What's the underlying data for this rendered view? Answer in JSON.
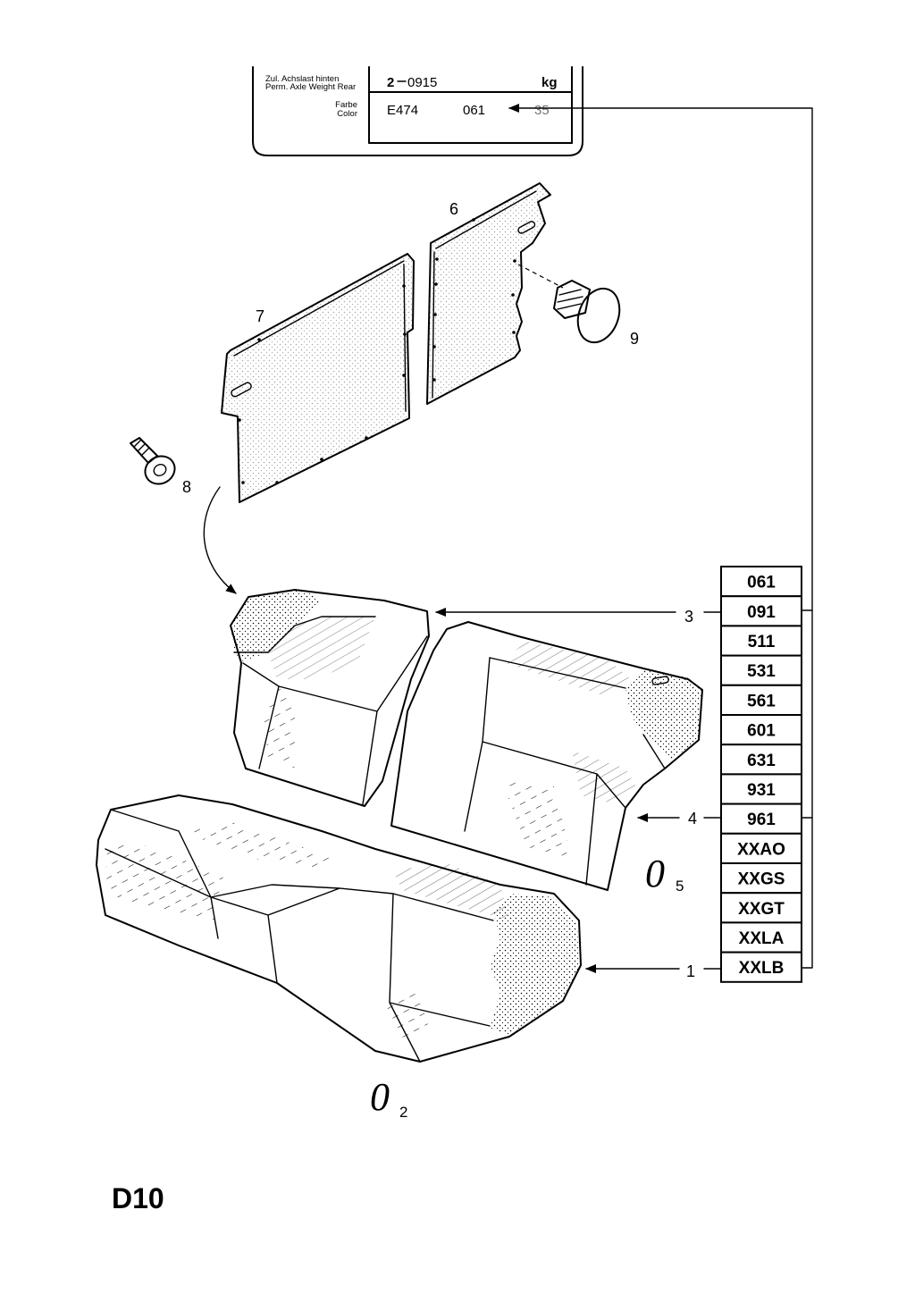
{
  "id_plate": {
    "axle_label_de": "Zul. Achslast hinten",
    "axle_label_en": "Perm. Axle Weight Rear",
    "axle_prefix": "2",
    "axle_value": "0915",
    "axle_unit": "kg",
    "color_label_de": "Farbe",
    "color_label_en": "Color",
    "color_code": "E474",
    "color_value": "061",
    "color_extra": "35"
  },
  "callouts": [
    "1",
    "3",
    "4",
    "6",
    "7",
    "8",
    "9"
  ],
  "trim_codes": [
    "061",
    "091",
    "511",
    "531",
    "561",
    "601",
    "631",
    "931",
    "961",
    "XXAO",
    "XXGS",
    "XXGT",
    "XXLA",
    "XXLB"
  ],
  "marks": [
    {
      "symbol": "0",
      "sub": "5"
    },
    {
      "symbol": "0",
      "sub": "2"
    }
  ],
  "page_code": "D10"
}
